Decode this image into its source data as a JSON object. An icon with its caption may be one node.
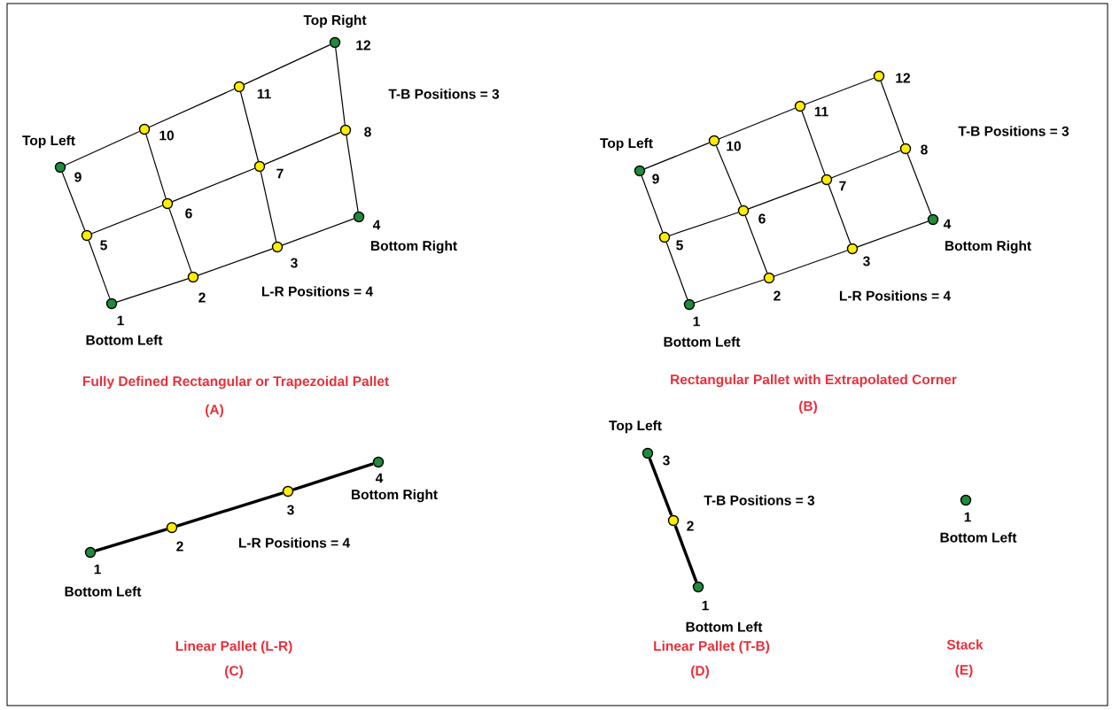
{
  "diagram": {
    "nodes": [
      {
        "text": [],
        "shape": "circle",
        "beside": [
          "1",
          "Bottom Left"
        ]
      },
      {
        "text": [],
        "shape": "circle",
        "beside": [
          "2"
        ]
      },
      {
        "text": [],
        "shape": "circle",
        "beside": [
          "3"
        ]
      },
      {
        "text": [],
        "shape": "circle",
        "beside": [
          "4",
          "Bottom Right"
        ]
      },
      {
        "text": [],
        "shape": "circle",
        "beside": [
          "5"
        ]
      },
      {
        "text": [],
        "shape": "circle",
        "beside": [
          "6"
        ]
      },
      {
        "text": [],
        "shape": "circle",
        "beside": [
          "7"
        ]
      },
      {
        "text": [],
        "shape": "circle",
        "beside": [
          "8"
        ]
      },
      {
        "text": [],
        "shape": "circle",
        "beside": [
          "9",
          "Top Left"
        ]
      },
      {
        "text": [],
        "shape": "circle",
        "beside": [
          "10"
        ]
      },
      {
        "text": [],
        "shape": "circle",
        "beside": [
          "11"
        ]
      },
      {
        "text": [],
        "shape": "circle",
        "beside": [
          "12",
          "Top Right"
        ]
      },
      {
        "text": [],
        "shape": "circle",
        "beside": [
          "1",
          "Bottom Left"
        ]
      },
      {
        "text": [],
        "shape": "circle",
        "beside": [
          "2"
        ]
      },
      {
        "text": [],
        "shape": "circle",
        "beside": [
          "3"
        ]
      },
      {
        "text": [],
        "shape": "circle",
        "beside": [
          "4",
          "Bottom Right"
        ]
      },
      {
        "text": [],
        "shape": "circle",
        "beside": [
          "5"
        ]
      },
      {
        "text": [],
        "shape": "circle",
        "beside": [
          "6"
        ]
      },
      {
        "text": [],
        "shape": "circle",
        "beside": [
          "7"
        ]
      },
      {
        "text": [],
        "shape": "circle",
        "beside": [
          "8"
        ]
      },
      {
        "text": [],
        "shape": "circle",
        "beside": [
          "9",
          "Top Left"
        ]
      },
      {
        "text": [],
        "shape": "circle",
        "beside": [
          "10"
        ]
      },
      {
        "text": [],
        "shape": "circle",
        "beside": [
          "11"
        ]
      },
      {
        "text": [],
        "shape": "circle",
        "beside": [
          "12"
        ]
      },
      {
        "text": [],
        "shape": "circle",
        "beside": [
          "1",
          "Bottom Left"
        ]
      },
      {
        "text": [],
        "shape": "circle",
        "beside": [
          "2"
        ]
      },
      {
        "text": [],
        "shape": "circle",
        "beside": [
          "3"
        ]
      },
      {
        "text": [],
        "shape": "circle",
        "beside": [
          "4",
          "Bottom Right"
        ]
      },
      {
        "text": [],
        "shape": "circle",
        "beside": [
          "1",
          "Bottom Left"
        ]
      },
      {
        "text": [],
        "shape": "circle",
        "beside": [
          "2"
        ]
      },
      {
        "text": [],
        "shape": "circle",
        "beside": [
          "3",
          "Top Left"
        ]
      },
      {
        "text": [],
        "shape": "circle",
        "beside": [
          "1",
          "Bottom Left"
        ]
      }
    ],
    "edges": [
      {
        "from": 0,
        "to": 1,
        "arrow": "none"
      },
      {
        "from": 1,
        "to": 2,
        "arrow": "none"
      },
      {
        "from": 2,
        "to": 3,
        "arrow": "none"
      },
      {
        "from": 4,
        "to": 5,
        "arrow": "none"
      },
      {
        "from": 5,
        "to": 6,
        "arrow": "none"
      },
      {
        "from": 6,
        "to": 7,
        "arrow": "none"
      },
      {
        "from": 8,
        "to": 9,
        "arrow": "none"
      },
      {
        "from": 9,
        "to": 10,
        "arrow": "none"
      },
      {
        "from": 10,
        "to": 11,
        "arrow": "none"
      },
      {
        "from": 0,
        "to": 4,
        "arrow": "none"
      },
      {
        "from": 4,
        "to": 8,
        "arrow": "none"
      },
      {
        "from": 1,
        "to": 5,
        "arrow": "none"
      },
      {
        "from": 5,
        "to": 9,
        "arrow": "none"
      },
      {
        "from": 2,
        "to": 6,
        "arrow": "none"
      },
      {
        "from": 6,
        "to": 10,
        "arrow": "none"
      },
      {
        "from": 3,
        "to": 7,
        "arrow": "none"
      },
      {
        "from": 7,
        "to": 11,
        "arrow": "none"
      },
      {
        "from": 12,
        "to": 13,
        "arrow": "none"
      },
      {
        "from": 13,
        "to": 14,
        "arrow": "none"
      },
      {
        "from": 14,
        "to": 15,
        "arrow": "none"
      },
      {
        "from": 16,
        "to": 17,
        "arrow": "none"
      },
      {
        "from": 17,
        "to": 18,
        "arrow": "none"
      },
      {
        "from": 18,
        "to": 19,
        "arrow": "none"
      },
      {
        "from": 20,
        "to": 21,
        "arrow": "none"
      },
      {
        "from": 21,
        "to": 22,
        "arrow": "none"
      },
      {
        "from": 22,
        "to": 23,
        "arrow": "none"
      },
      {
        "from": 12,
        "to": 16,
        "arrow": "none"
      },
      {
        "from": 16,
        "to": 20,
        "arrow": "none"
      },
      {
        "from": 13,
        "to": 17,
        "arrow": "none"
      },
      {
        "from": 17,
        "to": 21,
        "arrow": "none"
      },
      {
        "from": 14,
        "to": 18,
        "arrow": "none"
      },
      {
        "from": 18,
        "to": 22,
        "arrow": "none"
      },
      {
        "from": 15,
        "to": 19,
        "arrow": "none"
      },
      {
        "from": 19,
        "to": 23,
        "arrow": "none"
      },
      {
        "from": 24,
        "to": 25,
        "arrow": "none",
        "style": "thick"
      },
      {
        "from": 25,
        "to": 26,
        "arrow": "none",
        "style": "thick"
      },
      {
        "from": 26,
        "to": 27,
        "arrow": "none",
        "style": "thick"
      },
      {
        "from": 28,
        "to": 29,
        "arrow": "none",
        "style": "thick"
      },
      {
        "from": 29,
        "to": 30,
        "arrow": "none",
        "style": "thick"
      }
    ],
    "labels": [
      "T-B Positions = 3",
      "L-R Positions = 4",
      "Fully Defined Rectangular or Trapezoidal Pallet",
      "(A)",
      "T-B Positions = 3",
      "L-R Positions = 4",
      "Rectangular Pallet with Extrapolated Corner",
      "(B)",
      "L-R Positions = 4",
      "Linear Pallet (L-R)",
      "(C)",
      "T-B Positions = 3",
      "Linear Pallet (T-B)",
      "(D)",
      "Stack",
      "(E)"
    ]
  }
}
